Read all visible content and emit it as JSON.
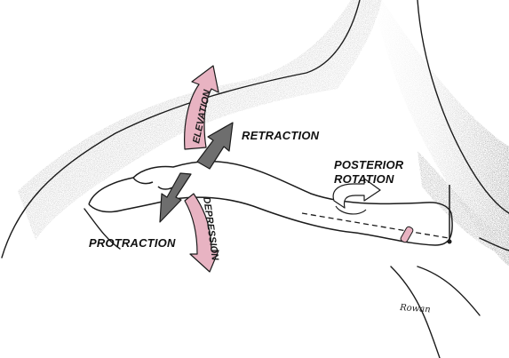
{
  "labels": {
    "elevation": "ELEVATION",
    "retraction": "RETRACTION",
    "posterior_line1": "POSTERIOR",
    "posterior_line2": "ROTATION",
    "protraction": "PROTRACTION",
    "depression": "DEPRESSION"
  },
  "signature": "Rowan",
  "colors": {
    "pink_arrow": "#e8b3c2",
    "grey_arrow": "#6e6e6e",
    "outline": "#1b1b1b",
    "shading": "#9a9a9a"
  },
  "icons": {
    "elevation_arrow": "curved-arrow-up",
    "depression_arrow": "curved-arrow-down",
    "retraction_arrow": "arrow-back",
    "protraction_arrow": "arrow-forward",
    "rotation_arrow": "curved-rotation-arrow"
  }
}
